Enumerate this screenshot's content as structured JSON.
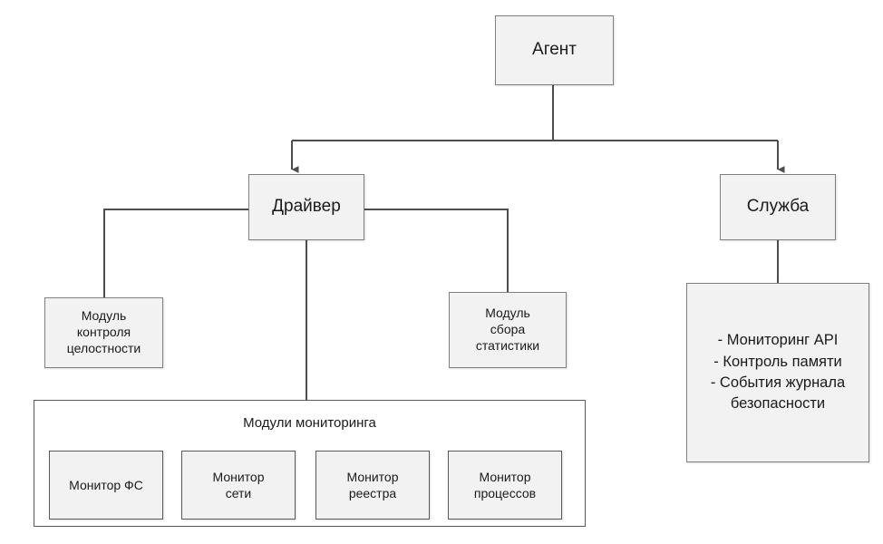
{
  "diagram": {
    "title": "Агент",
    "nodes": {
      "agent": {
        "label": "Агент"
      },
      "driver": {
        "label": "Драйвер"
      },
      "service": {
        "label": "Служба"
      },
      "integrity_module": {
        "label": "Модуль\nконтроля\nцелостности"
      },
      "stats_module": {
        "label": "Модуль\nсбора\nстатистики"
      },
      "service_details": {
        "label": "- Мониторинг API\n- Контроль памяти\n- События журнала\nбезопасности"
      }
    },
    "service_details_items": [
      "- Мониторинг API",
      "- Контроль памяти",
      "- События журнала",
      "безопасности"
    ],
    "group": {
      "title": "Модули мониторинга",
      "children": [
        {
          "label": "Монитор ФС"
        },
        {
          "label": "Монитор\nсети"
        },
        {
          "label": "Монитор\nреестра"
        },
        {
          "label": "Монитор\nпроцессов"
        }
      ]
    },
    "colors": {
      "node_fill": "#f2f2f2",
      "node_border": "#7f7f7f",
      "group_border": "#5a5a5a",
      "connector": "#4d4d4d",
      "canvas": "#ffffff",
      "text": "#1a1a1a"
    }
  }
}
